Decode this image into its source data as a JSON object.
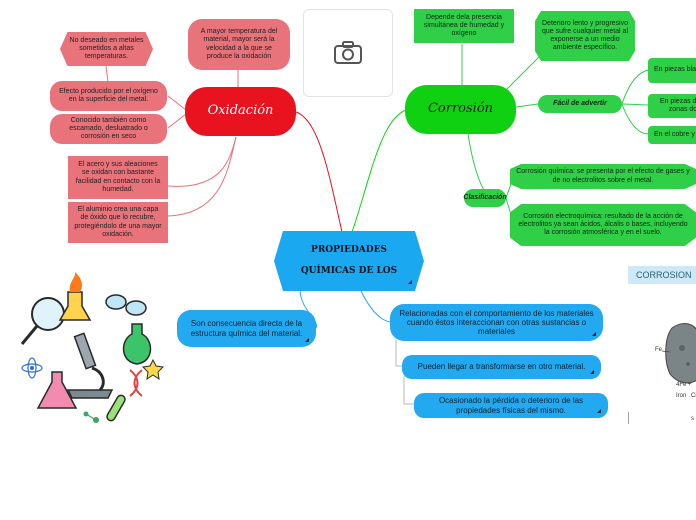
{
  "center": {
    "line1": "PROPIEDADES",
    "line2": "QUÍMICAS DE LOS"
  },
  "oxidacion": {
    "title": "Oxidación",
    "temperatura": "A mayor temperatura del material, mayor será la velocidad a la que se produce la oxidación",
    "no_deseado": "No deseado en metales sometidos a altas temperaturas.",
    "efecto": "Efecto producido por el oxígeno en la superficie del metal.",
    "conocido": "Conocido también como escamado, desluatrado o corrosión en seco",
    "acero": "El acero y sus aleaciones se oxidan con bastante facilidad en contacto con la humedad.",
    "aluminio": "El aluminio crea una capa de óxido que lo recubre, protegiéndolo de una mayor oxidación."
  },
  "corrosion": {
    "title": "Corrosión",
    "depende": "Depende dela presencia simultánea de humedad y oxígeno",
    "deterioro": "Deterioro lento y progresivo que sufre cualquier metal al exponerse a un medio ambiente específico.",
    "facil_label": "Fácil de advertir",
    "facil_items": [
      "En piezas blanq",
      "En piezas de a zonas do",
      "En el cobre y s"
    ],
    "clasificacion_label": "Clasificación",
    "quimica": "Corrosión química: se presenta por el efecto de gases y de no electrolitos sobre el metal.",
    "electroquimica": "Corrosión electroquímica: resultado de la acción de electrolitos ya sean ácidos, álcalis o bases, incluyendo la corrosión atmosférica y en el suelo."
  },
  "consecuencia": "Son consecuencia directa de la estructura química del material.",
  "relacionadas": "Relacionadas con el comportamiento de los materiales cuando éstos interaccionan con otras sustancias o materiales",
  "transformarse": "Pueden llegar a transformarse en otro material.",
  "perdida": "Ocasionado la pérdida o deterioro de las propiedades físicas del mismo.",
  "corrosion_panel": {
    "tag": "CORROSION",
    "labels": [
      "Fe",
      "4Fe +",
      "Iron",
      "Ci",
      "s"
    ]
  },
  "icons": [
    "camera-icon",
    "science-illustration",
    "corrosion-illustration"
  ],
  "colors": {
    "red_main": "#e8131e",
    "red_light": "#e8737a",
    "green_main": "#0fd112",
    "green_light": "#2fcf48",
    "blue": "#23a9f0"
  }
}
